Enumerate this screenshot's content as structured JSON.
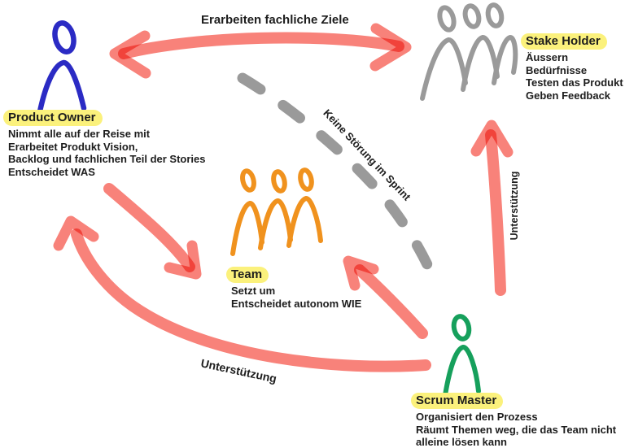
{
  "diagram_title": "Scrum roles diagram",
  "colors": {
    "arrow": "#f8827a",
    "dashed_line": "#9a9a9a",
    "highlight": "#fbf17c",
    "text": "#1d1d1d",
    "product_owner": "#2b2bc4",
    "team": "#f0921e",
    "stakeholder": "#9a9a9a",
    "scrum_master": "#16a05c"
  },
  "arrow_labels": {
    "top": "Erarbeiten fachliche Ziele",
    "no_disturbance": "Keine Störung im Sprint",
    "support_bottom": "Unterstützung",
    "support_right": "Unterstützung"
  },
  "roles": {
    "product_owner": {
      "title": "Product Owner",
      "lines": [
        "Nimmt alle auf der Reise mit",
        "Erarbeitet Produkt Vision,",
        "Backlog und fachlichen Teil der Stories",
        "Entscheidet WAS"
      ]
    },
    "stakeholder": {
      "title": "Stake Holder",
      "lines": [
        "Äussern Bedürfnisse",
        "Testen das Produkt",
        "Geben Feedback"
      ]
    },
    "team": {
      "title": "Team",
      "lines": [
        "Setzt um",
        "Entscheidet autonom WIE"
      ]
    },
    "scrum_master": {
      "title": "Scrum Master",
      "lines": [
        "Organisiert den Prozess",
        "Räumt Themen weg, die das Team nicht",
        "alleine lösen kann"
      ]
    }
  }
}
